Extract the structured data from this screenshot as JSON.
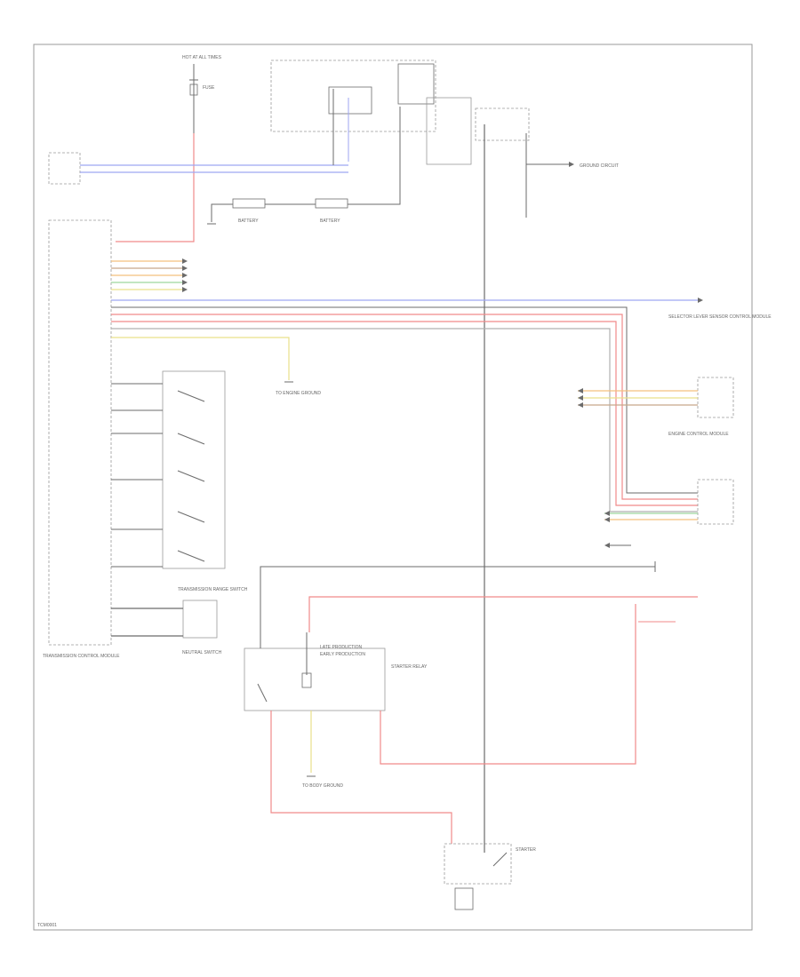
{
  "colors": {
    "black": "#6b6b6b",
    "red": "#f08a8a",
    "blue": "#9ea6f2",
    "orange": "#f3c07e",
    "yellow": "#e9e08a",
    "green": "#9ed89e",
    "brown": "#c8a88a",
    "gray": "#b0b0b0",
    "box": "#9a9a9a"
  },
  "labels": {
    "hot_at_all_times": "HOT AT ALL TIMES",
    "fuse": "FUSE",
    "battery": "BATTERY",
    "starter": "STARTER",
    "ground_circuit": "GROUND CIRCUIT",
    "ecm_control_module": "ENGINE CONTROL MODULE",
    "tcm_label": "TRANSMISSION CONTROL MODULE",
    "selector_lever": "SELECTOR LEVER SENSOR CONTROL MODULE",
    "transmission_range_switch": "TRANSMISSION RANGE SWITCH",
    "starter_relay": "STARTER RELAY",
    "neutral_switch": "NEUTRAL SWITCH",
    "to_engine_ground": "TO ENGINE GROUND",
    "to_body_ground": "TO BODY GROUND",
    "production_note_1": "LATE PRODUCTION",
    "production_note_2": "EARLY PRODUCTION",
    "corner_code": "TCM0001"
  }
}
